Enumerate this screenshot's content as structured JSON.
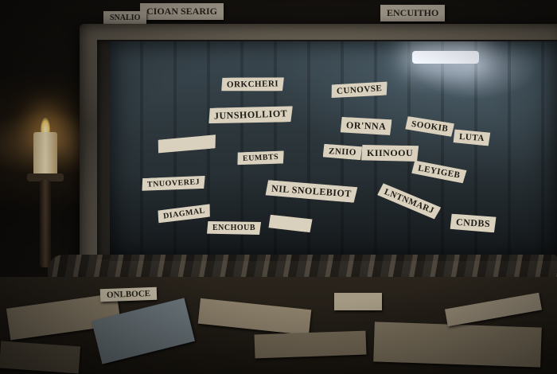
{
  "scene": {
    "top_labels": [
      "CIOAN SEARIG",
      "SNALIO",
      "ENCUITHO"
    ],
    "mirror_notes": [
      "ORKCHERI",
      "CUNOVSE",
      "JUNSHOLLIOT",
      "OR'NNA",
      "SOOKIB",
      "LUTA",
      "ZNIIO",
      "KIINOOU",
      "EUMBTS",
      "LEYIGEB",
      "NIL SNOLEBIOT",
      "LNTNMARJ",
      "TNUOVEREJ",
      "DIAGMAL",
      "ENCHOUB",
      "CNDBS"
    ],
    "floor_note": "ONLBOCE",
    "colors": {
      "glass": "#2b353a",
      "paper": "#d9d0bd",
      "frame": "#5a544a",
      "candle_light": "#ffd36a"
    }
  }
}
